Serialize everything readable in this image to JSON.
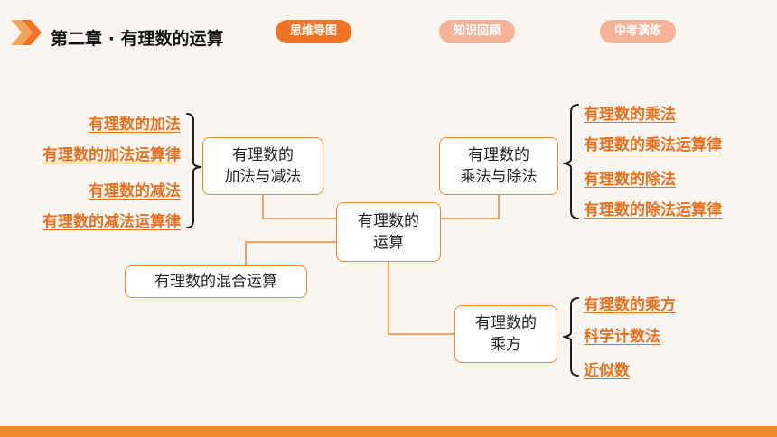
{
  "header": {
    "title": "第二章 · 有理数的运算"
  },
  "nav": {
    "mindmap": "思维导图",
    "review": "知识回顾",
    "exam": "中考演练"
  },
  "colors": {
    "accent": "#f08a2e",
    "active_tab": "#f07426",
    "inactive_tab": "#f5b49a",
    "link": "#e8701f"
  },
  "mindmap": {
    "center": "有理数的\n运算",
    "add_sub": {
      "label": "有理数的\n加法与减法",
      "links": [
        "有理数的加法",
        "有理数的加法运算律",
        "有理数的减法",
        "有理数的减法运算律"
      ]
    },
    "mul_div": {
      "label": "有理数的\n乘法与除法",
      "links": [
        "有理数的乘法",
        "有理数的乘法运算律",
        "有理数的除法",
        "有理数的除法运算律"
      ]
    },
    "mixed": {
      "label": "有理数的混合运算"
    },
    "power": {
      "label": "有理数的\n乘方",
      "links": [
        "有理数的乘方",
        "科学计数法",
        "近似数"
      ]
    }
  }
}
